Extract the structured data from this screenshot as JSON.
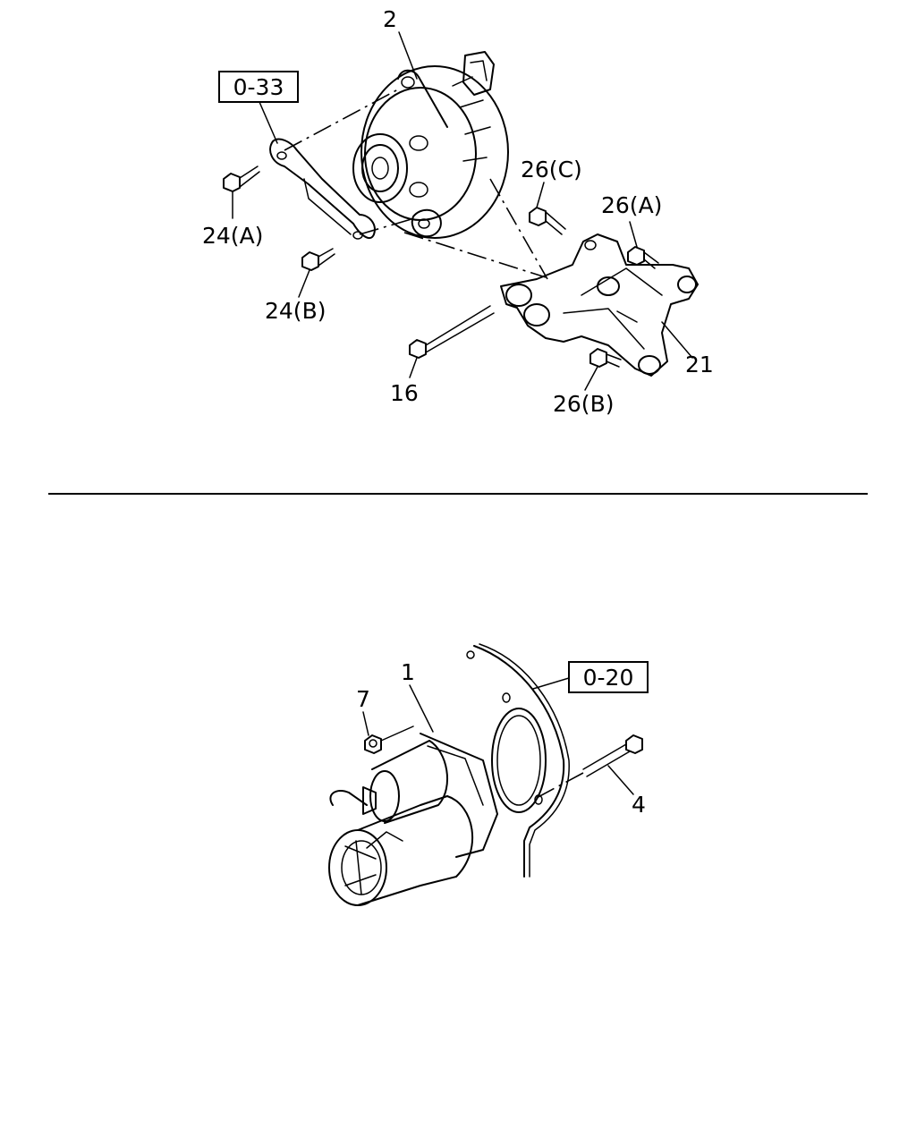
{
  "upper_diagram": {
    "ref_box": "0-33",
    "labels": {
      "alternator": "2",
      "bolt_24a": "24(A)",
      "bolt_24b": "24(B)",
      "bolt_26c": "26(C)",
      "bolt_26a": "26(A)",
      "bracket": "21",
      "bolt_16": "16",
      "bolt_26b": "26(B)"
    }
  },
  "lower_diagram": {
    "ref_box": "0-20",
    "labels": {
      "starter": "1",
      "nut": "7",
      "bolt": "4"
    }
  }
}
